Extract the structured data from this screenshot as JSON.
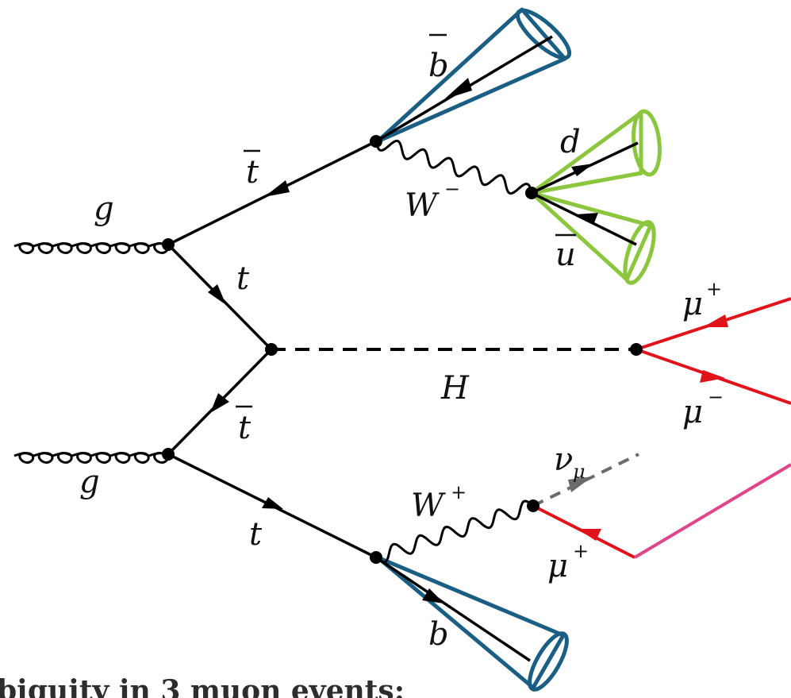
{
  "diagram": {
    "labels": {
      "gluon_top": "g",
      "gluon_bottom": "g",
      "tbar_upper": "t",
      "t_upper": "t",
      "tbar_lower": "t",
      "t_lower": "t",
      "bbar": "b",
      "b": "b",
      "w_minus": "W",
      "w_minus_charge": "−",
      "w_plus": "W",
      "w_plus_charge": "+",
      "d_quark": "d",
      "ubar_quark": "u",
      "higgs": "H",
      "mu_plus_upper": "μ",
      "mu_plus_upper_charge": "+",
      "mu_minus": "μ",
      "mu_minus_charge": "−",
      "mu_plus_lower": "μ",
      "mu_plus_lower_charge": "+",
      "nu": "ν",
      "nu_sub": "μ"
    },
    "caption": "biguity in 3 muon events:"
  },
  "colors": {
    "fermion": "#000000",
    "b_jet": "#1b5e84",
    "light_jet": "#8cc63f",
    "muon": "#e0131b",
    "muon_extra": "#e0458a",
    "neutrino": "#6b6b6b"
  }
}
